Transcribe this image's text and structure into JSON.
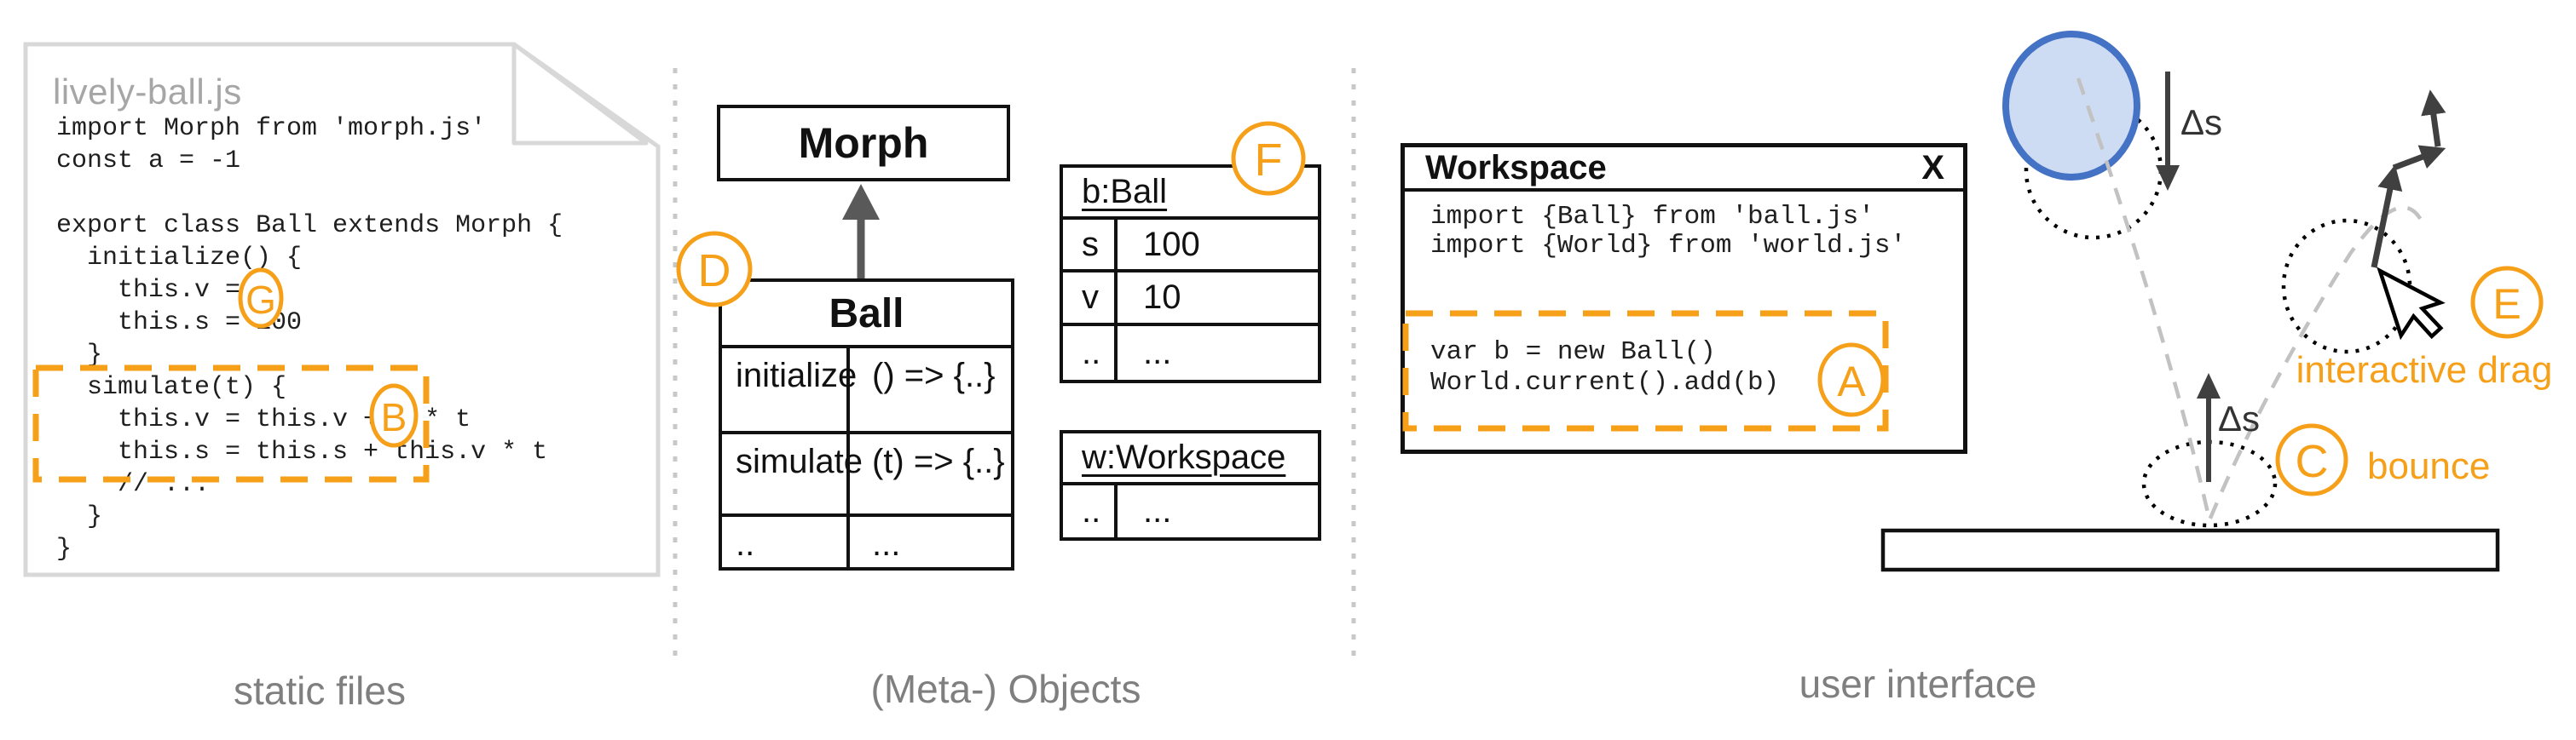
{
  "sections": {
    "static_files": {
      "caption": "static files",
      "file": {
        "name": "lively-ball.js",
        "code": "import Morph from 'morph.js'\nconst a = -1\n\nexport class Ball extends Morph {\n  initialize() {\n    this.v = 0\n    this.s = 100\n  }\n  simulate(t) {\n    this.v = this.v + a * t\n    this.s = this.s + this.v * t\n    // ...\n  }\n}"
      },
      "marker_g": "G",
      "marker_b": "B"
    },
    "meta_objects": {
      "caption": "(Meta-) Objects",
      "morph_class": {
        "title": "Morph"
      },
      "ball_class": {
        "title": "Ball",
        "rows": [
          {
            "name": "initialize",
            "value": "() => {..}"
          },
          {
            "name": "simulate",
            "value": "(t) => {..}"
          },
          {
            "name": "..",
            "value": "..."
          }
        ]
      },
      "ball_instance": {
        "title": "b:Ball",
        "rows": [
          {
            "name": "s",
            "value": "100"
          },
          {
            "name": "v",
            "value": "10"
          },
          {
            "name": "..",
            "value": "..."
          }
        ]
      },
      "workspace_instance": {
        "title": "w:Workspace",
        "rows": [
          {
            "name": "..",
            "value": "..."
          }
        ]
      },
      "marker_d": "D",
      "marker_f": "F"
    },
    "user_interface": {
      "caption": "user interface",
      "workspace_window": {
        "title": "Workspace",
        "close_label": "X",
        "imports_code": "import {Ball} from 'ball.js'\nimport {World} from 'world.js'",
        "eval_code": "var b = new Ball()\nWorld.current().add(b)",
        "marker_a": "A"
      },
      "simulation": {
        "delta_s_down": "Δs",
        "delta_s_up": "Δs",
        "bounce_label": "bounce",
        "drag_label": "interactive drag",
        "marker_c": "C",
        "marker_e": "E"
      }
    }
  },
  "colors": {
    "annotation_orange": "#F6A01A",
    "ball_stroke": "#4472C4",
    "ball_fill": "#CEDCF3",
    "caption_gray": "#7F7F7F",
    "arrow_dark": "#404040",
    "doc_border": "#D8D8D8",
    "trajectory_gray": "#C2C2C2",
    "divider_gray": "#C8C8C8"
  }
}
